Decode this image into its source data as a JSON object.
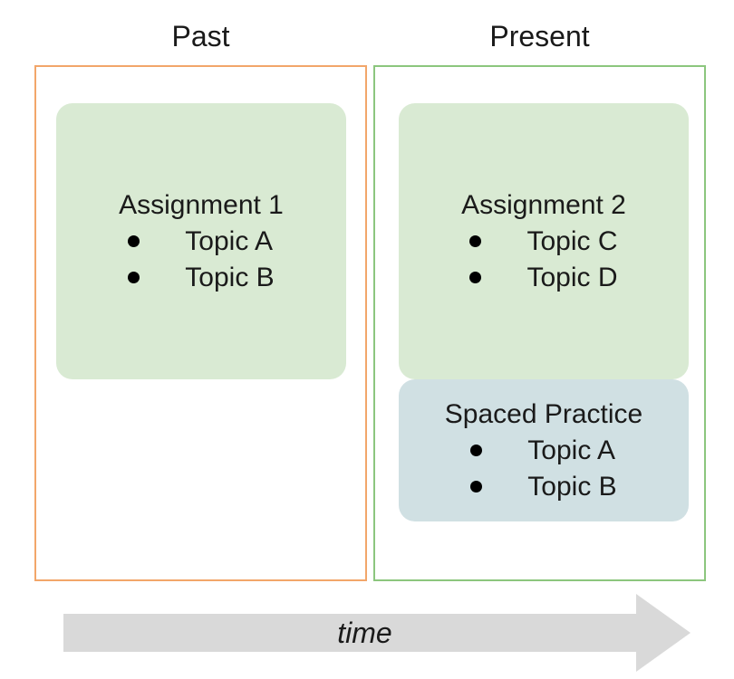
{
  "columns": {
    "past": {
      "title": "Past",
      "card": {
        "title": "Assignment 1",
        "topics": [
          "Topic A",
          "Topic B"
        ]
      }
    },
    "present": {
      "title": "Present",
      "card": {
        "title": "Assignment 2",
        "topics": [
          "Topic C",
          "Topic D"
        ]
      },
      "practice_card": {
        "title": "Spaced Practice",
        "topics": [
          "Topic A",
          "Topic B"
        ]
      }
    }
  },
  "timeline": {
    "label": "time"
  },
  "colors": {
    "past_border": "#f2a66a",
    "present_border": "#8cc67e",
    "assignment_fill": "#d9ead3",
    "practice_fill": "#d0e0e3",
    "arrow_fill": "#d9d9d9"
  }
}
